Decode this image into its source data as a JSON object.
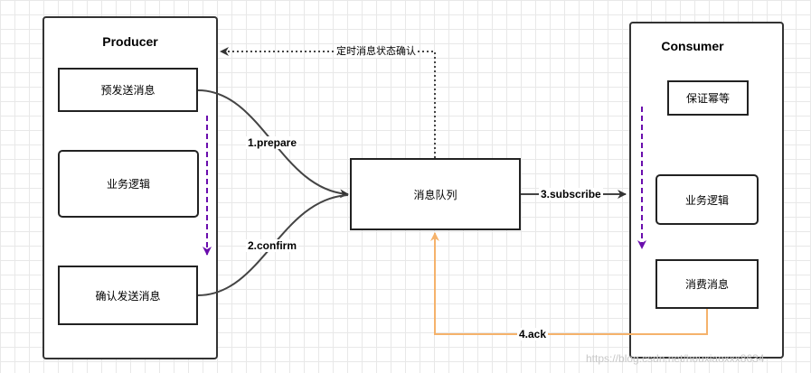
{
  "producer": {
    "title": "Producer",
    "step_prepare": "预发送消息",
    "step_logic": "业务逻辑",
    "step_confirm": "确认发送消息"
  },
  "queue": {
    "label": "消息队列"
  },
  "consumer": {
    "title": "Consumer",
    "step_idempotent": "保证幂等",
    "step_logic": "业务逻辑",
    "step_consume": "消费消息"
  },
  "edges": {
    "prepare": "1.prepare",
    "confirm": "2.confirm",
    "subscribe": "3.subscribe",
    "ack": "4.ack",
    "timed_check": "定时消息状态确认"
  },
  "colors": {
    "flow_arrow": "#6a0dad",
    "ack_line": "#f5b26b",
    "line": "#333333"
  },
  "watermark": "https://blog.csdn.net/houxiaoxxx8634"
}
